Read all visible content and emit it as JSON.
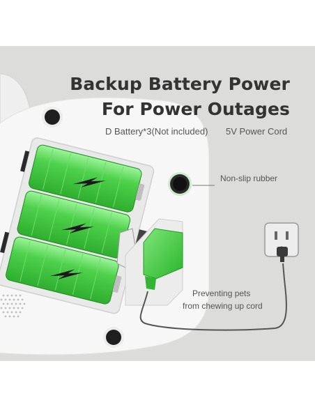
{
  "headline": {
    "line1": "Backup Battery Power",
    "line2": "For Power Outages"
  },
  "subtitle": {
    "battery_note": "D Battery*3(Not included)",
    "cord_note": "5V Power Cord"
  },
  "callouts": {
    "rubber": "Non-slip rubber",
    "cord_line1": "Preventing pets",
    "cord_line2": "from chewing up cord"
  },
  "battery_count": 3,
  "colors": {
    "background": "#dcdcdb",
    "device_body": "#f7f7f7",
    "battery_green": "#3ec43e",
    "battery_highlight": "#8ff08a",
    "bolt": "#1a1a1a",
    "headline_text": "#333333"
  },
  "icons": [
    "lightning-bolt-icon",
    "power-plug-icon",
    "wall-outlet-icon",
    "rubber-foot-icon",
    "speaker-grille-icon"
  ]
}
